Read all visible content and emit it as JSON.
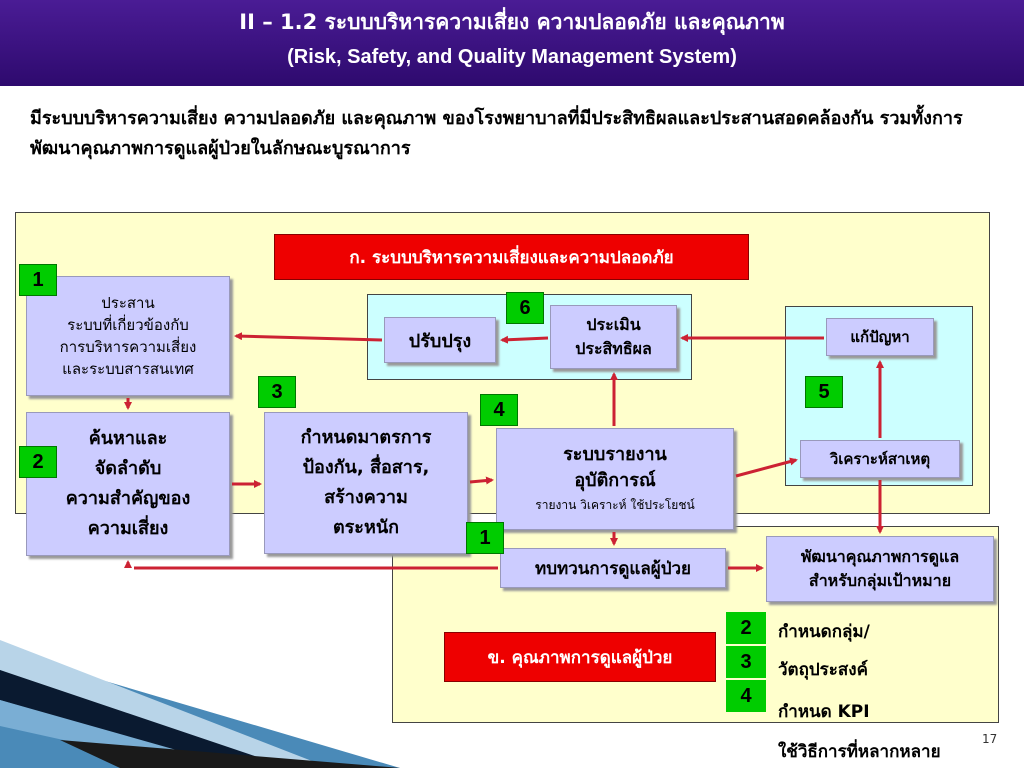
{
  "header": {
    "title_th": "II – 1.2 ระบบบริหารความเสี่ยง ความปลอดภัย และคุณภาพ",
    "title_en": "(Risk, Safety, and Quality Management System)"
  },
  "intro": "มีระบบบริหารความเสี่ยง ความปลอดภัย และคุณภาพ ของโรงพยาบาลที่มีประสิทธิผลและประสานสอดคล้องกัน รวมทั้งการพัฒนาคุณภาพการดูแลผู้ป่วยในลักษณะบูรณาการ",
  "section_a": "ก. ระบบบริหารความเสี่ยงและความปลอดภัย",
  "section_b": "ข. คุณภาพการดูแลผู้ป่วย",
  "boxes": {
    "coordinate": [
      "ประสาน",
      "ระบบที่เกี่ยวข้องกับ",
      "การบริหารความเสี่ยง",
      "และระบบสารสนเทศ"
    ],
    "identify": [
      "ค้นหาและ",
      "จัดลำดับ",
      "ความสำคัญของ",
      "ความเสี่ยง"
    ],
    "measures": [
      "กำหนดมาตรการ",
      "ป้องกัน, สื่อสาร,",
      "สร้างความ",
      "ตระหนัก"
    ],
    "incident_title": [
      "ระบบรายงาน",
      "อุบัติการณ์"
    ],
    "incident_sub": "รายงาน วิเคราะห์ ใช้ประโยชน์",
    "improve": "ปรับปรุง",
    "evaluate": [
      "ประเมิน",
      "ประสิทธิผล"
    ],
    "solve": "แก้ปัญหา",
    "rca": "วิเคราะห์สาเหตุ",
    "review": "ทบทวนการดูแลผู้ป่วย",
    "develop": [
      "พัฒนาคุณภาพการดูแล",
      "สำหรับกลุ่มเป้าหมาย"
    ]
  },
  "numbers": {
    "n_coord": "1",
    "n_ident": "2",
    "n_meas": "3",
    "n_inc": "4",
    "n_rca": "5",
    "n_eval": "6",
    "n_review": "1"
  },
  "steps": [
    {
      "num": "2",
      "label": "กำหนดกลุ่ม/"
    },
    {
      "num": "3",
      "label": "วัตถุประสงค์"
    },
    {
      "num": "4",
      "label": "กำหนด KPI"
    },
    {
      "num": "",
      "label": "ใช้วิธีการที่หลากหลาย"
    }
  ],
  "page_number": "17",
  "colors": {
    "header": "#3a1480",
    "panel_a": "#ffffcc",
    "panel_cyan": "#ccffff",
    "box": "#ccccff",
    "red": "#ee0000",
    "green": "#00cc00",
    "arrow": "#cc2233"
  }
}
